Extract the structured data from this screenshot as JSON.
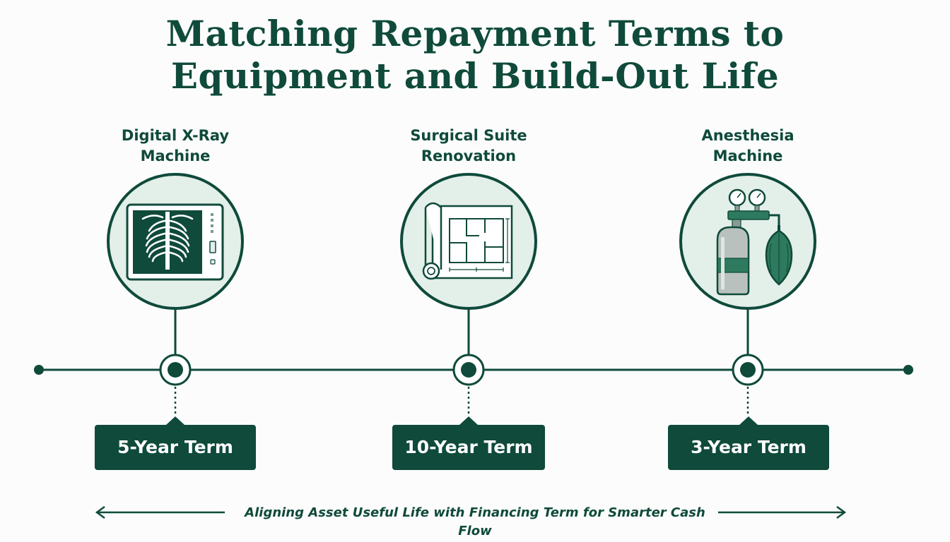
{
  "title": {
    "line1": "Matching Repayment Terms to",
    "line2": "Equipment and Build-Out Life"
  },
  "assets": [
    {
      "name_line1": "Digital X-Ray",
      "name_line2": "Machine",
      "term": "5-Year Term",
      "icon": "x-ray-machine-icon"
    },
    {
      "name_line1": "Surgical Suite",
      "name_line2": "Renovation",
      "term": "10-Year Term",
      "icon": "blueprint-icon"
    },
    {
      "name_line1": "Anesthesia",
      "name_line2": "Machine",
      "term": "3-Year Term",
      "icon": "anesthesia-machine-icon"
    }
  ],
  "caption": "Aligning Asset Useful Life with Financing Term for Smarter Cash Flow",
  "colors": {
    "primary": "#0f4a3b",
    "circle_fill": "#e3efe9",
    "background": "#fbfcfb"
  }
}
